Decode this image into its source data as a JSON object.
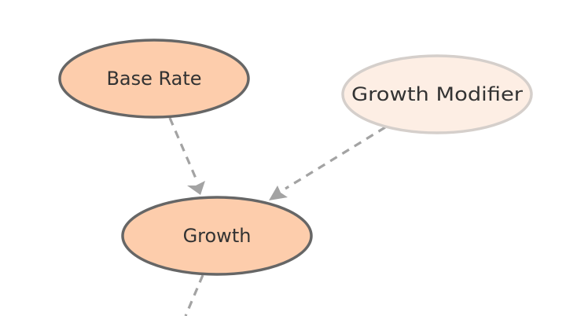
{
  "diagram": {
    "nodes": {
      "base_rate": {
        "label": "Base Rate",
        "fill": "#fdcdac",
        "stroke": "#666666"
      },
      "growth_modifier": {
        "label": "Growth Modifier",
        "fill": "#fdeee4",
        "stroke": "#d5cfcb"
      },
      "growth": {
        "label": "Growth",
        "fill": "#fdcdac",
        "stroke": "#666666"
      }
    },
    "edge_color": "#a3a3a3"
  }
}
